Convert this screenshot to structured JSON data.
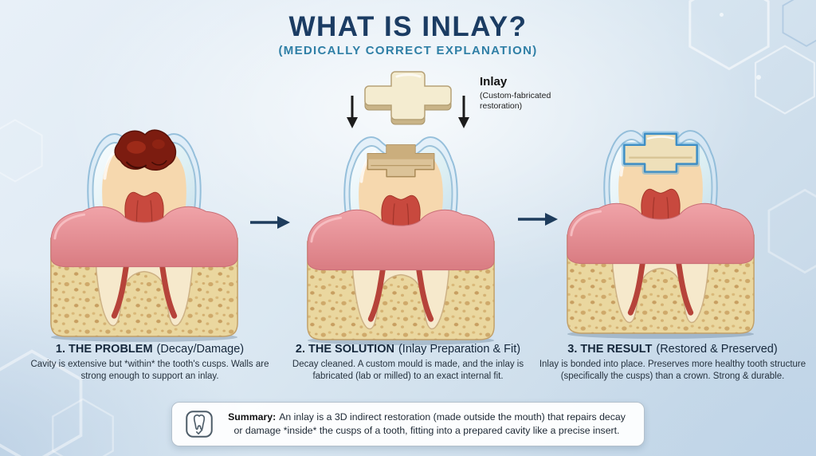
{
  "header": {
    "title": "WHAT IS INLAY?",
    "subtitle": "(MEDICALLY CORRECT EXPLANATION)"
  },
  "inlay_callout": {
    "title": "Inlay",
    "subtitle": "(Custom-fabricated restoration)"
  },
  "steps": [
    {
      "label": "1. THE PROBLEM",
      "paren": "(Decay/Damage)",
      "body": "Cavity is extensive but *within* the tooth's cusps. Walls are strong enough to support an inlay."
    },
    {
      "label": "2. THE SOLUTION",
      "paren": "(Inlay Preparation & Fit)",
      "body": "Decay cleaned. A custom mould is made, and the inlay is fabricated (lab or milled) to an exact internal fit."
    },
    {
      "label": "3. THE RESULT",
      "paren": "(Restored & Preserved)",
      "body": "Inlay is bonded into place. Preserves more healthy tooth structure (specifically the cusps) than a crown. Strong & durable."
    }
  ],
  "summary": {
    "label": "Summary:",
    "body": "An inlay is a 3D indirect restoration (made outside the mouth) that repairs decay or damage *inside* the cusps of a tooth, fitting into a prepared cavity like a precise insert."
  },
  "icons": {
    "flow_arrow": "right-arrow-icon",
    "placement_arrow": "down-arrow-icon",
    "summary": "tooth-shield-check-icon",
    "decoration": "hexagon-outline"
  },
  "colors": {
    "title": "#1b3c63",
    "subtitle": "#2f7fa6",
    "heading": "#16283c",
    "body_text": "#26323e",
    "arrow": "#1e3c5c",
    "gum": "#e59298",
    "bone": "#e9d6a5",
    "enamel": "#e7f1f8",
    "dentin": "#f6d8ae",
    "pulp": "#c8493e",
    "decay": "#7c1c10",
    "inlay": "#f3e9cb",
    "bond_line": "#3e8ec5",
    "summary_border": "#b3c0cc"
  }
}
